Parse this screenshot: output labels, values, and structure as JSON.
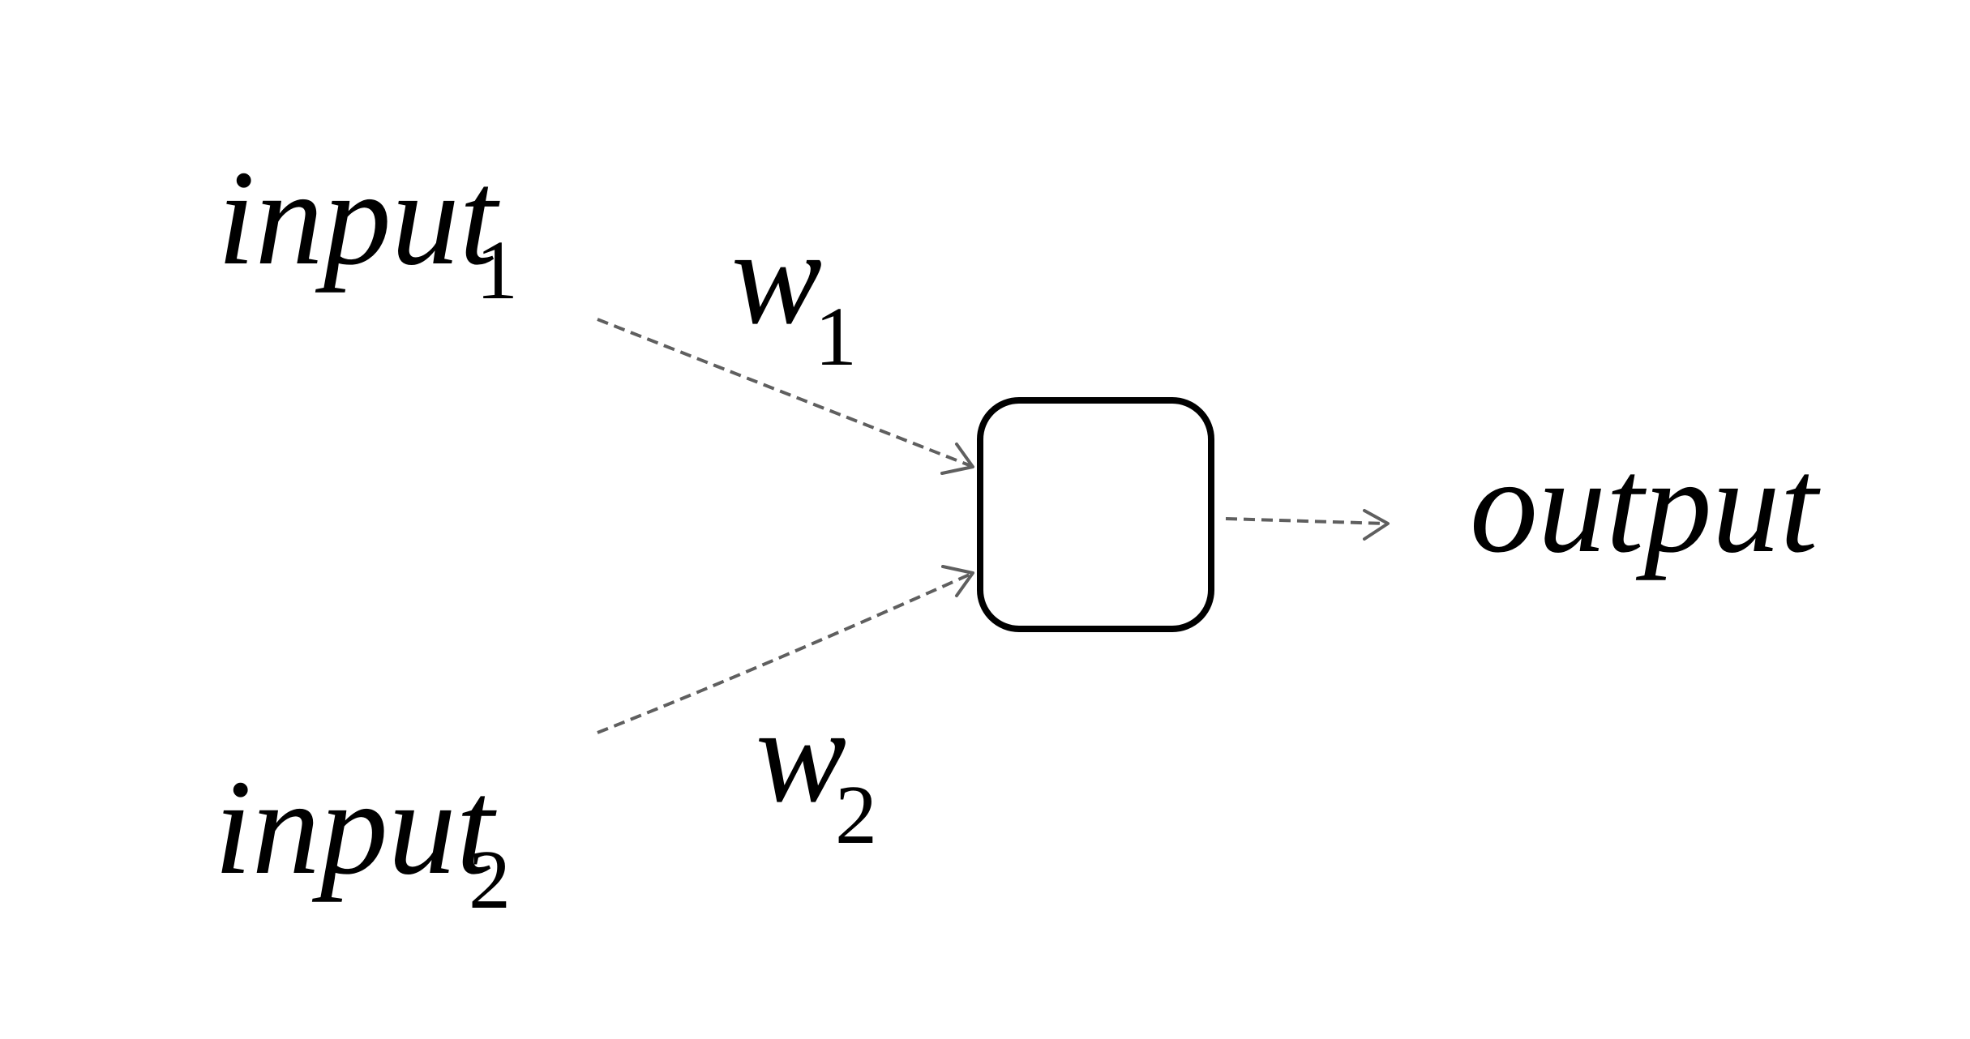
{
  "diagram": {
    "input_1": {
      "text": "input",
      "subscript": "1"
    },
    "input_2": {
      "text": "input",
      "subscript": "2"
    },
    "weight_1": {
      "text": "w",
      "subscript": "1"
    },
    "weight_2": {
      "text": "w",
      "subscript": "2"
    },
    "output": {
      "text": "output"
    }
  }
}
